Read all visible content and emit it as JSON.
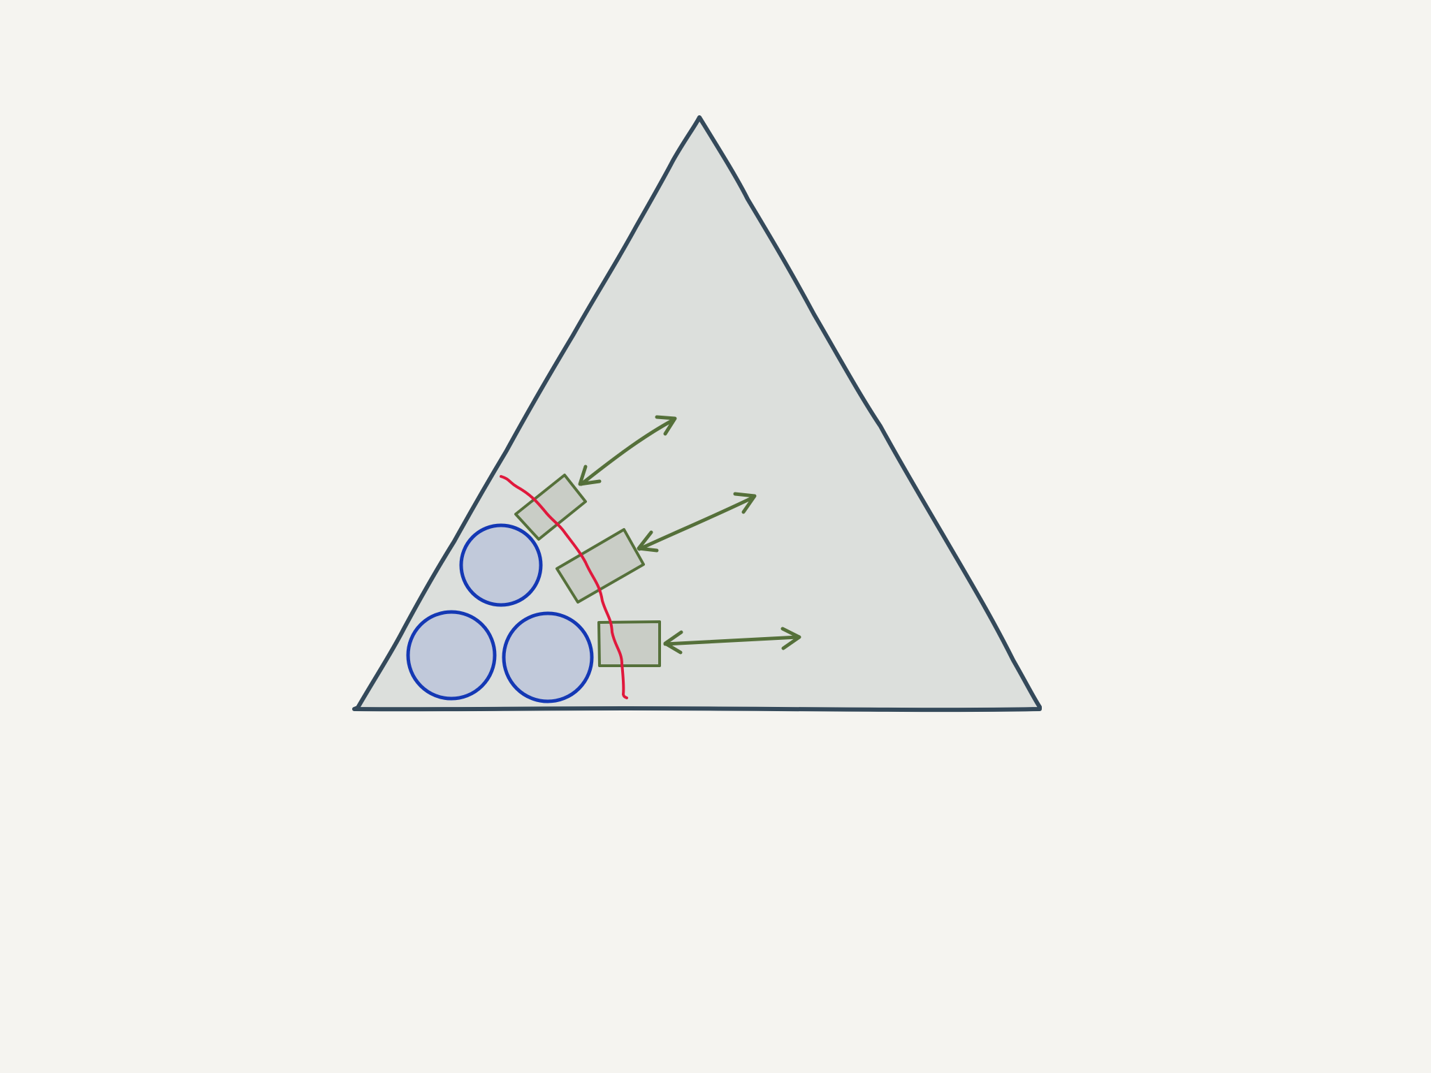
{
  "colors": {
    "background": "#f5f4f0",
    "triangle_fill": "#dcdfdc",
    "triangle_stroke": "#34495a",
    "circle_fill": "#c1c9da",
    "circle_stroke": "#1438b4",
    "rect_fill": "#c9cdc6",
    "rect_stroke": "#55703a",
    "arrow_stroke": "#55703a",
    "curve_stroke": "#e0183c"
  },
  "diagram": {
    "elements": {
      "triangle": "triangle-boundary",
      "circles": [
        "circle",
        "circle",
        "circle"
      ],
      "blocks": [
        "rectangle",
        "rectangle",
        "rectangle"
      ],
      "arrows": [
        "double-headed-arrow",
        "double-headed-arrow",
        "double-headed-arrow"
      ],
      "curve": "red-wavy-line"
    }
  }
}
